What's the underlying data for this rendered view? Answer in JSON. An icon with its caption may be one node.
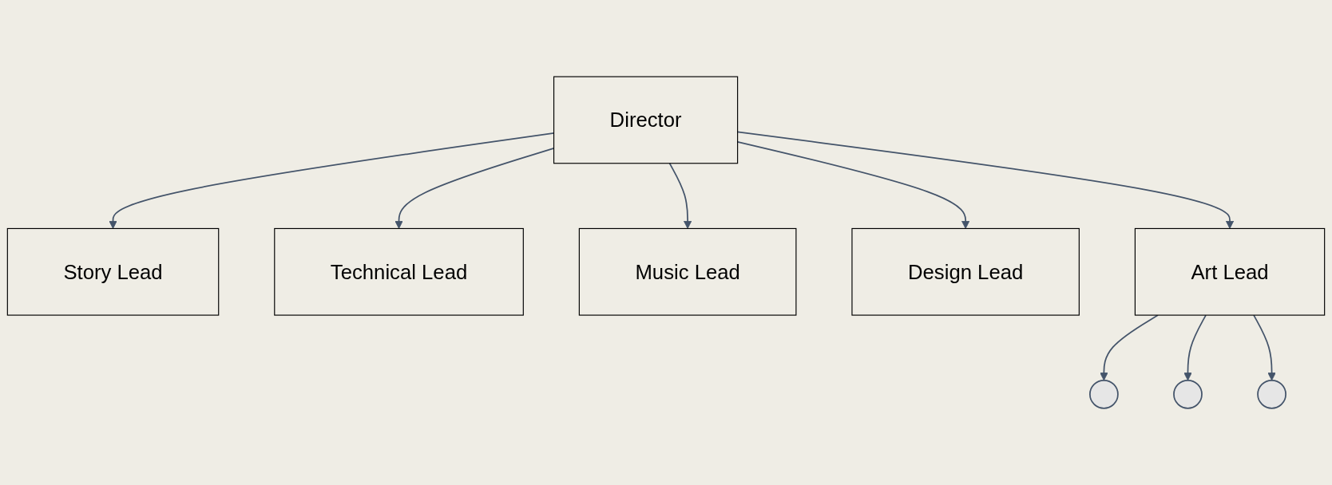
{
  "diagram": {
    "nodes": [
      {
        "text": [
          "Director"
        ]
      },
      {
        "text": [
          "Story Lead"
        ]
      },
      {
        "text": [
          "Technical Lead"
        ]
      },
      {
        "text": [
          "Music Lead"
        ]
      },
      {
        "text": [
          "Design Lead"
        ]
      },
      {
        "text": [
          "Art Lead"
        ]
      },
      {
        "text": [],
        "shape": "circle"
      },
      {
        "text": [],
        "shape": "circle"
      },
      {
        "text": [],
        "shape": "circle"
      }
    ],
    "edges": [
      {
        "from": 0,
        "to": 1,
        "arrow": "to"
      },
      {
        "from": 0,
        "to": 2,
        "arrow": "to"
      },
      {
        "from": 0,
        "to": 3,
        "arrow": "to"
      },
      {
        "from": 0,
        "to": 4,
        "arrow": "to"
      },
      {
        "from": 0,
        "to": 5,
        "arrow": "to"
      },
      {
        "from": 5,
        "to": 6,
        "arrow": "to"
      },
      {
        "from": 5,
        "to": 7,
        "arrow": "to"
      },
      {
        "from": 5,
        "to": 8,
        "arrow": "to"
      }
    ]
  }
}
